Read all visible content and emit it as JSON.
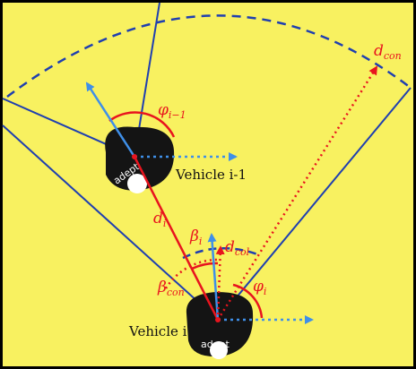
{
  "colors": {
    "background": "#f8f160",
    "border": "#000000",
    "blue_line": "#1f3fb0",
    "arrow_blue": "#3f8fe8",
    "red": "#e8141e",
    "robot": "#141414"
  },
  "labels": {
    "d_con": {
      "base": "d",
      "sub": "con"
    },
    "phi_prev": {
      "base": "φ",
      "sub": "i−1"
    },
    "vehicle_prev": "Vehicle i-1",
    "d_i": {
      "base": "d",
      "sub": "i"
    },
    "beta_i": {
      "base": "β",
      "sub": "i"
    },
    "d_col": {
      "base": "d",
      "sub": "col"
    },
    "phi_i": {
      "base": "φ",
      "sub": "i"
    },
    "beta_con": {
      "base": "β",
      "sub": "con"
    },
    "vehicle_i": "Vehicle i"
  },
  "robot_brand": "adept"
}
